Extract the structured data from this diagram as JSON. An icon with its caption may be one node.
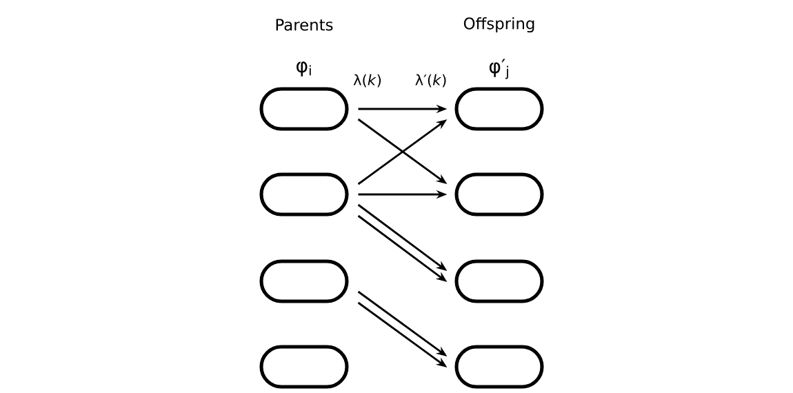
{
  "diagram": {
    "nodes": [
      {
        "text": [],
        "shape": "stadium"
      },
      {
        "text": [],
        "shape": "stadium"
      },
      {
        "text": [],
        "shape": "stadium"
      },
      {
        "text": [],
        "shape": "stadium"
      },
      {
        "text": [],
        "shape": "stadium"
      },
      {
        "text": [],
        "shape": "stadium"
      },
      {
        "text": [],
        "shape": "stadium"
      },
      {
        "text": [],
        "shape": "stadium"
      }
    ],
    "edges": [
      {
        "from": 0,
        "to": 4,
        "arrow": "to"
      },
      {
        "from": 0,
        "to": 5,
        "arrow": "to"
      },
      {
        "from": 1,
        "to": 4,
        "arrow": "to"
      },
      {
        "from": 1,
        "to": 5,
        "arrow": "to"
      },
      {
        "from": 1,
        "to": 6,
        "arrow": "to"
      },
      {
        "from": 1,
        "to": 6,
        "arrow": "to"
      },
      {
        "from": 2,
        "to": 7,
        "arrow": "to"
      },
      {
        "from": 2,
        "to": 7,
        "arrow": "to"
      }
    ],
    "labels": [
      "Parents",
      "Offspring",
      "φ$_{i}$",
      "φ′$_{j}$",
      "λ(*k*)",
      "λ′(*k*)"
    ]
  }
}
